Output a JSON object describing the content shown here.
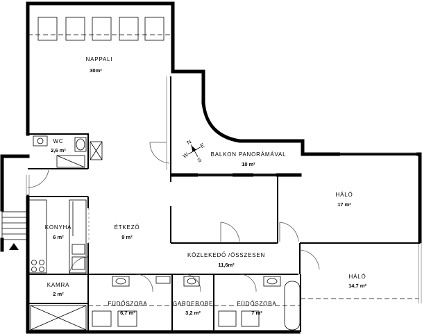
{
  "rooms": {
    "nappali": {
      "name": "NAPPALI",
      "area": "30m²"
    },
    "balkon": {
      "name": "BALKON PANORÁMÁVAL",
      "area": "10 m²"
    },
    "wc": {
      "name": "WC",
      "area": "2,6 m²"
    },
    "halo1": {
      "name": "HÁLÓ",
      "area": "17 m²"
    },
    "konyha": {
      "name": "KONYHA",
      "area": "6 m²"
    },
    "etkezo": {
      "name": "ÉTKEZŐ",
      "area": "9 m²"
    },
    "kozlekedo": {
      "name": "KÖZLEKEDŐ /ÖSSZESEN",
      "area": "11,6m²"
    },
    "halo2": {
      "name": "HÁLÓ",
      "area": "14,7 m²"
    },
    "kamra": {
      "name": "KAMRA",
      "area": "2 m²"
    },
    "furdo1": {
      "name": "FÜDŐSZOBA",
      "area": "6,7 m²"
    },
    "garderobe": {
      "name": "GARDEROBE",
      "area": "3,2 m²"
    },
    "furdo2": {
      "name": "FÜDŐSZOBA",
      "area": "7 m²"
    }
  },
  "compass": {
    "n": "N",
    "s": "S",
    "e": "E",
    "w": "W"
  }
}
